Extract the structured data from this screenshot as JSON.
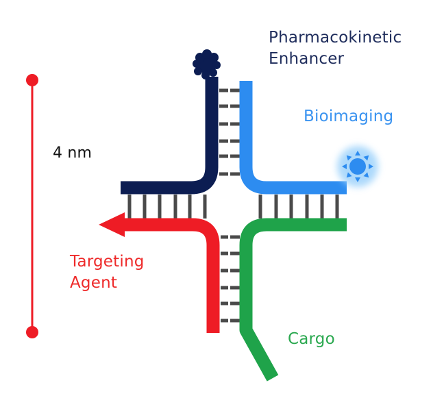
{
  "diagram": {
    "type": "DNA four-way junction nanostructure",
    "scale_bar": {
      "label": "4 nm",
      "color": "#ee1c25"
    },
    "strands": [
      {
        "id": "pharmacokinetic",
        "color": "#0c1d52",
        "label_lines": [
          "Pharmacokinetic",
          "Enhancer"
        ],
        "label_color": "#1f2d5c",
        "end_marker": "fuzzy-blob"
      },
      {
        "id": "bioimaging",
        "color": "#2d8cf0",
        "label_lines": [
          "Bioimaging"
        ],
        "label_color": "#3a93f0",
        "end_marker": "sun-fluorophore"
      },
      {
        "id": "targeting",
        "color": "#ee1c25",
        "label_lines": [
          "Targeting",
          "Agent"
        ],
        "label_color": "#ee2a2a",
        "end_marker": "arrow"
      },
      {
        "id": "cargo",
        "color": "#1fa34a",
        "label_lines": [
          "Cargo"
        ],
        "label_color": "#2aa84f",
        "end_marker": "angled-tail"
      }
    ],
    "base_pair_color": "#4a4a4a",
    "glow_color": "#9fd3fb"
  }
}
